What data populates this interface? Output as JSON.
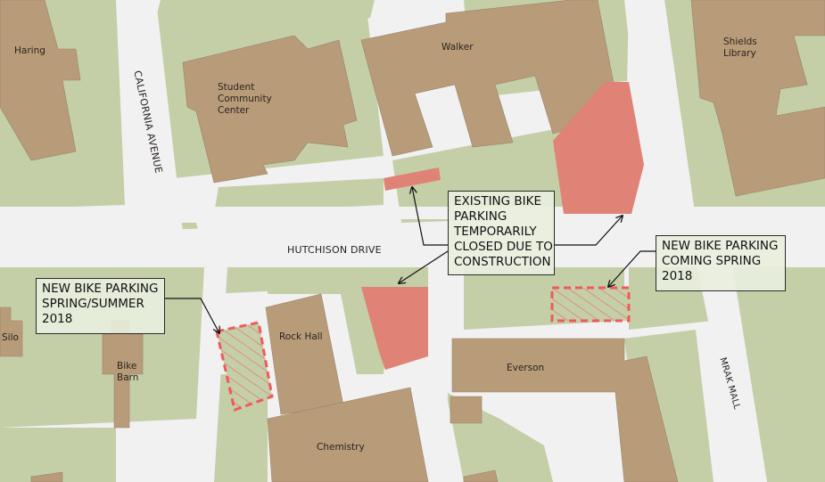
{
  "colors": {
    "background": "#f1f1f1",
    "green_space": "#c4cfa8",
    "building": "#b89b79",
    "closed_parking": "#e08275",
    "new_parking_outline": "#f05a5a",
    "callout_fill": "#e9eede",
    "text": "#2a2420"
  },
  "roads": {
    "hutchison": "HUTCHISON DRIVE",
    "california": "CALIFORNIA AVENUE",
    "mrak": "MRAK MALL"
  },
  "buildings": {
    "haring": "Haring",
    "student_center": [
      "Student",
      "Community",
      "Center"
    ],
    "walker": "Walker",
    "shields": [
      "Shields",
      "Library"
    ],
    "silo": "Silo",
    "bike_barn": [
      "Bike",
      "Barn"
    ],
    "rock_hall": "Rock Hall",
    "chemistry": "Chemistry",
    "everson": "Everson"
  },
  "callouts": {
    "existing_closed": {
      "lines": [
        "EXISTING BIKE",
        "PARKING",
        "TEMPORARILY",
        "CLOSED DUE TO",
        "CONSTRUCTION"
      ]
    },
    "new_spring_summer": {
      "lines": [
        "NEW BIKE PARKING",
        "SPRING/SUMMER",
        "2018"
      ]
    },
    "new_coming_spring": {
      "lines": [
        "NEW BIKE PARKING",
        "COMING SPRING",
        "2018"
      ]
    }
  }
}
